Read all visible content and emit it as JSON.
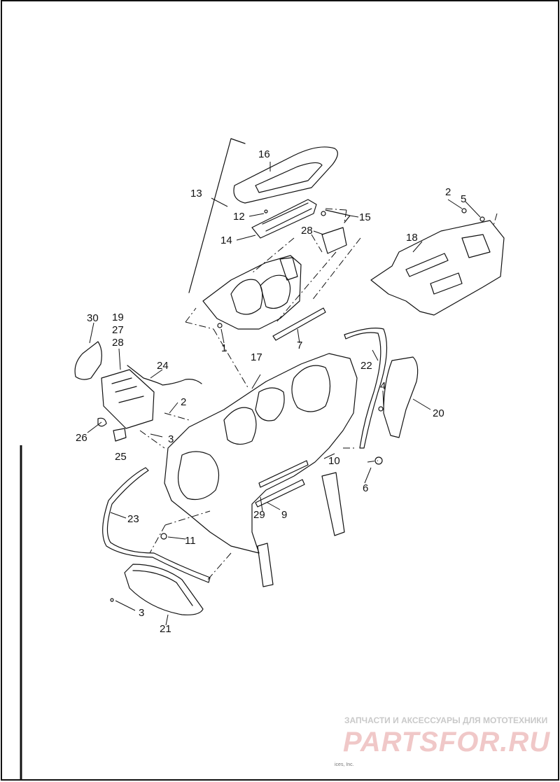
{
  "diagram": {
    "callouts": [
      "16",
      "13",
      "12",
      "14",
      "15",
      "28",
      "2",
      "5",
      "18",
      "30",
      "19",
      "27",
      "28",
      "1",
      "7",
      "24",
      "2",
      "26",
      "3",
      "25",
      "22",
      "17",
      "4",
      "20",
      "10",
      "6",
      "23",
      "29",
      "9",
      "11",
      "3",
      "21",
      "3"
    ]
  },
  "watermark": {
    "tagline": "ЗАПЧАСТИ И АКСЕССУАРЫ ДЛЯ МОТОТЕХНИКИ",
    "brand": "PARTSFOR.RU"
  },
  "footer": {
    "copyright": "ices, Inc."
  },
  "colors": {
    "line": "#111111",
    "background": "#ffffff",
    "watermark_brand": "#f0c8c8"
  }
}
